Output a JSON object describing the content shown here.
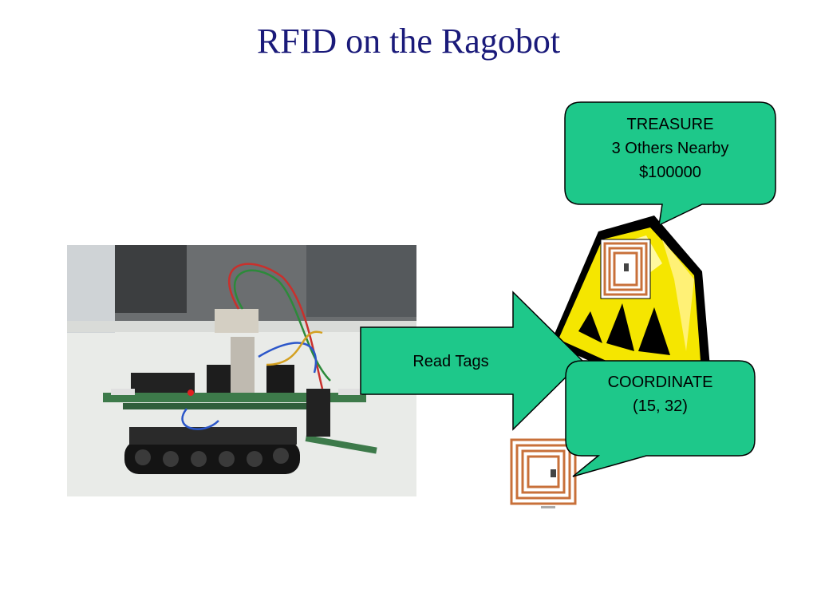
{
  "slide": {
    "title": "RFID on the Ragobot"
  },
  "arrow": {
    "label": "Read Tags",
    "color": "#1ec88a"
  },
  "callouts": {
    "treasure": {
      "line1": "TREASURE",
      "line2": "3 Others Nearby",
      "line3": "$100000"
    },
    "coordinate": {
      "line1": "COORDINATE",
      "line2": "(15, 32)"
    }
  },
  "colors": {
    "title": "#1a1a7a",
    "callout_fill": "#1ec88a",
    "gold": "#f5e600",
    "rfid_coil": "#c8703a"
  },
  "images": {
    "robot_photo": "robot-photo",
    "gold_bars": "gold-bars-clipart",
    "rfid_tag": "rfid-tag"
  }
}
